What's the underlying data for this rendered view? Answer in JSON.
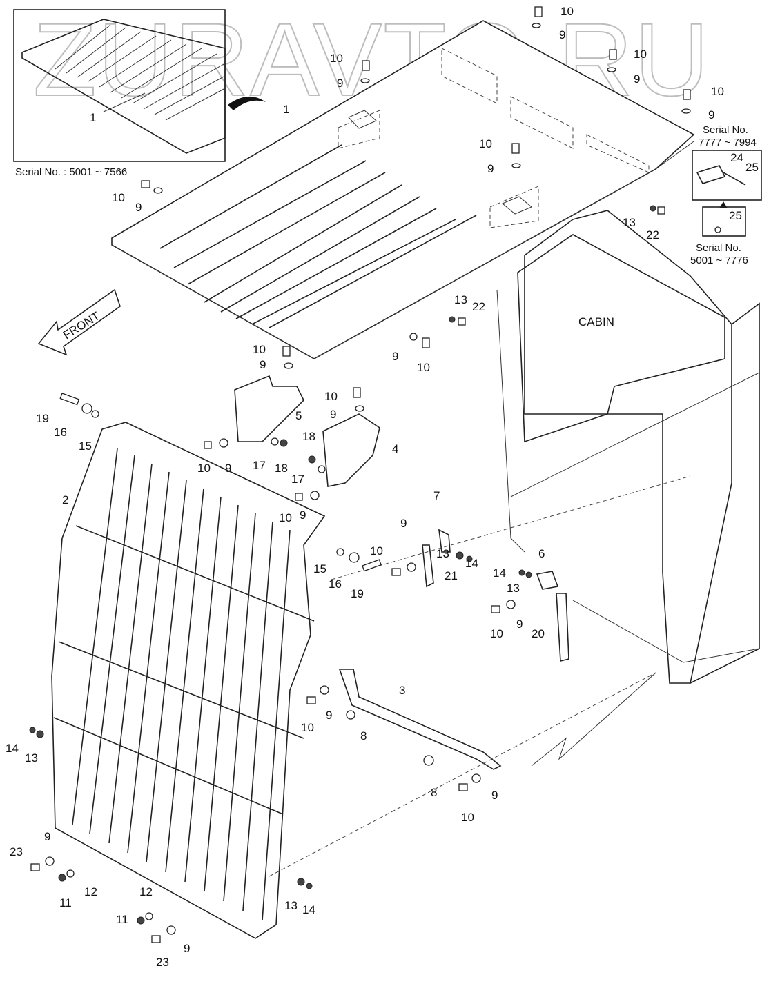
{
  "watermark": "ZURAVTO.RU",
  "cabin_label": "CABIN",
  "front_label": "FRONT",
  "inset_top_left": {
    "part": "1",
    "serial": "Serial No. : 5001 ~ 7566"
  },
  "inset_right_top": {
    "serial_title": "Serial No.",
    "serial_range": "7777 ~ 7994",
    "part_a": "24",
    "part_b": "25"
  },
  "inset_right_bottom": {
    "part": "25",
    "serial_title": "Serial No.",
    "serial_range": "5001 ~ 7776"
  },
  "callouts": {
    "c10a": "10",
    "c9a": "9",
    "c10b": "10",
    "c9b": "9",
    "c10c": "10",
    "c9c": "9",
    "c10d": "10",
    "c9d": "9",
    "c10e": "10",
    "c9e": "9",
    "c13a": "13",
    "c22a": "22",
    "c10f": "10",
    "c9f": "9",
    "c1": "1",
    "c13b": "13",
    "c22b": "22",
    "c9g": "9",
    "c10g": "10",
    "c10h": "10",
    "c9h": "9",
    "c5": "5",
    "c10i": "10",
    "c9i": "9",
    "c4": "4",
    "c19a": "19",
    "c16a": "16",
    "c15a": "15",
    "c10j": "10",
    "c9j": "9",
    "c17a": "17",
    "c18a": "18",
    "c18b": "18",
    "c17b": "17",
    "c10k": "10",
    "c9k": "9",
    "c2": "2",
    "c7": "7",
    "c9l": "9",
    "c10l": "10",
    "c13c": "13",
    "c14a": "14",
    "c21": "21",
    "c15b": "15",
    "c16b": "16",
    "c19b": "19",
    "c6": "6",
    "c14b": "14",
    "c13d": "13",
    "c10m": "10",
    "c9m": "9",
    "c20": "20",
    "c3": "3",
    "c10n": "10",
    "c9n": "9",
    "c8a": "8",
    "c8b": "8",
    "c9o": "9",
    "c10o": "10",
    "c14c": "14",
    "c13e": "13",
    "c9p": "9",
    "c23a": "23",
    "c11a": "11",
    "c12a": "12",
    "c12b": "12",
    "c11b": "11",
    "c23b": "23",
    "c9q": "9",
    "c13f": "13",
    "c14d": "14"
  }
}
